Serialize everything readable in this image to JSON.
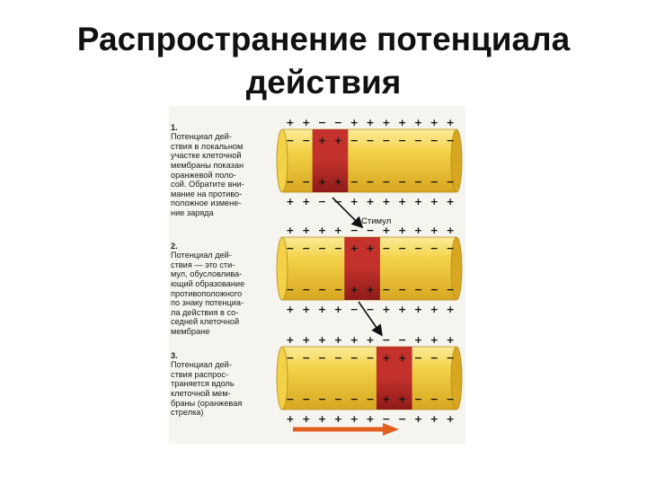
{
  "title": {
    "line1": "Распространение потенциала",
    "line2": "действия"
  },
  "captions": [
    {
      "number": "1.",
      "text": "Потенциал дей-\nствия в локальном\nучастке клеточной\nмембраны показан\nоранжевой поло-\nсой. Обратите вни-\nмание на противо-\nположное измене-\nние заряда"
    },
    {
      "number": "2.",
      "text": "Потенциал дей-\nствия — это сти-\nмул, обусловлива-\nющий образование\nпротивоположного\nпо знаку потенциа-\nла действия в со-\nседней клеточной\nмембране"
    },
    {
      "number": "3.",
      "text": "Потенциал дей-\nствия распрос-\nтраняется вдоль\nклеточной мем-\nбраны (оранжевая\nстрелка)"
    }
  ],
  "stimulus_label": "Стимул",
  "cylinders": [
    {
      "outer_top": [
        "+",
        "+",
        "−",
        "−",
        "+",
        "+",
        "+",
        "+",
        "+",
        "+",
        "+"
      ],
      "inner_top": [
        "−",
        "−",
        "+",
        "+",
        "−",
        "−",
        "−",
        "−",
        "−",
        "−",
        "−"
      ],
      "inner_bottom": [
        "−",
        "−",
        "+",
        "+",
        "−",
        "−",
        "−",
        "−",
        "−",
        "−",
        "−"
      ],
      "outer_bottom": [
        "+",
        "+",
        "−",
        "−",
        "+",
        "+",
        "+",
        "+",
        "+",
        "+",
        "+"
      ],
      "active_segment": [
        2,
        3
      ]
    },
    {
      "outer_top": [
        "+",
        "+",
        "+",
        "+",
        "−",
        "−",
        "+",
        "+",
        "+",
        "+",
        "+"
      ],
      "inner_top": [
        "−",
        "−",
        "−",
        "−",
        "+",
        "+",
        "−",
        "−",
        "−",
        "−",
        "−"
      ],
      "inner_bottom": [
        "−",
        "−",
        "−",
        "−",
        "+",
        "+",
        "−",
        "−",
        "−",
        "−",
        "−"
      ],
      "outer_bottom": [
        "+",
        "+",
        "+",
        "+",
        "−",
        "−",
        "+",
        "+",
        "+",
        "+",
        "+"
      ],
      "active_segment": [
        4,
        5
      ]
    },
    {
      "outer_top": [
        "+",
        "+",
        "+",
        "+",
        "+",
        "+",
        "−",
        "−",
        "+",
        "+",
        "+"
      ],
      "inner_top": [
        "−",
        "−",
        "−",
        "−",
        "−",
        "−",
        "+",
        "+",
        "−",
        "−",
        "−"
      ],
      "inner_bottom": [
        "−",
        "−",
        "−",
        "−",
        "−",
        "−",
        "+",
        "+",
        "−",
        "−",
        "−"
      ],
      "outer_bottom": [
        "+",
        "+",
        "+",
        "+",
        "+",
        "+",
        "−",
        "−",
        "+",
        "+",
        "+"
      ],
      "active_segment": [
        6,
        7
      ]
    }
  ],
  "colors": {
    "membrane": "#f3d247",
    "membrane_light": "#fbec9a",
    "membrane_dark": "#d8a722",
    "active_band": "#c2312c",
    "active_dark": "#8e1b19",
    "propagation_arrow": "#e2601f"
  }
}
